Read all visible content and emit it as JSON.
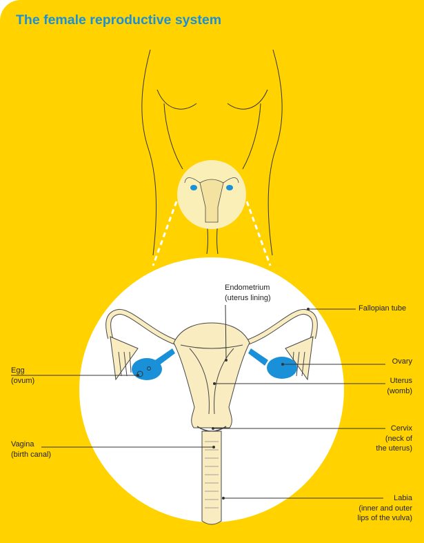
{
  "title": "The female reproductive system",
  "labels": {
    "endometrium": [
      "Endometrium",
      "(uterus lining)"
    ],
    "fallopian_tube": [
      "Fallopian tube"
    ],
    "egg": [
      "Egg",
      "(ovum)"
    ],
    "ovary": [
      "Ovary"
    ],
    "uterus": [
      "Uterus",
      "(womb)"
    ],
    "cervix": [
      "Cervix",
      "(neck of",
      "the uterus)"
    ],
    "vagina": [
      "Vagina",
      "(birth canal)"
    ],
    "labia": [
      "Labia",
      "(inner and outer",
      "lips of the vulva)"
    ]
  },
  "colors": {
    "background": "#FFD200",
    "title": "#1a90d8",
    "organ": "#F8ECC0",
    "ovary": "#1a90d8"
  }
}
